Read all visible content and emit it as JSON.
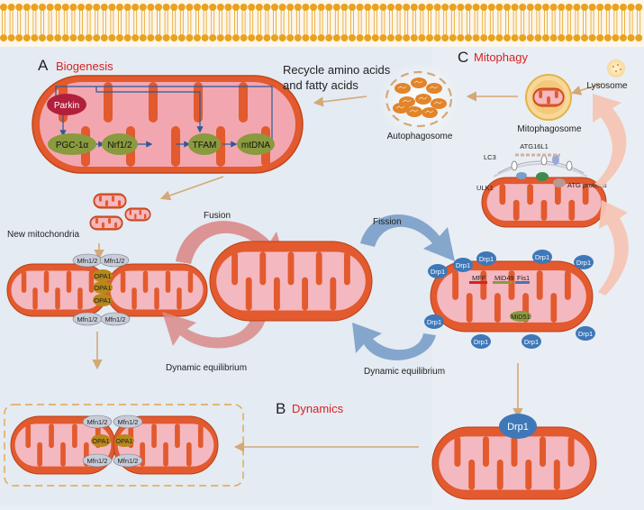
{
  "sections": {
    "a_letter": "A",
    "a_title": "Biogenesis",
    "b_letter": "B",
    "b_title": "Dynamics",
    "c_letter": "C",
    "c_title": "Mitophagy"
  },
  "biogenesis": {
    "parkin": "Parkin",
    "pgc": "PGC-1α",
    "nrf": "Nrf1/2",
    "tfam": "TFAM",
    "mtdna": "mtDNA",
    "new_mito": "New mitochondria"
  },
  "dynamics": {
    "fusion": "Fusion",
    "fission": "Fission",
    "equilibrium_left": "Dynamic equilibrium",
    "equilibrium_right": "Dynamic equilibrium",
    "mfn": "Mfn1/2",
    "opa": "OPA1",
    "drp": "Drp1",
    "mff": "MFF",
    "mid49": "MiD49",
    "fis1": "Fis1",
    "mid51": "MiD51"
  },
  "mitophagy": {
    "recycle_line1": "Recycle amino acids",
    "recycle_line2": "and fatty acids",
    "autophagosome": "Autophagosome",
    "mitophagosome": "Mitophagosome",
    "lysosome": "Lysosome",
    "lc3": "LC3",
    "atg16l1": "ATG16L1",
    "ulk1": "ULK1",
    "atg_proteins": "ATG proteins"
  },
  "colors": {
    "membrane_head": "#e8a21e",
    "mito_outer": "#e25a2e",
    "mito_inner": "#f4b8c0",
    "protein_green": "#8a9a3e",
    "drp_blue": "#3f78b8",
    "mfn_grey": "#c8ccd8",
    "opa_gold": "#b8881a",
    "section_red": "#d62222",
    "arrow_tan": "#d4a877",
    "fusion_pink": "#d98a8a",
    "fission_blue": "#7a9ec8"
  }
}
